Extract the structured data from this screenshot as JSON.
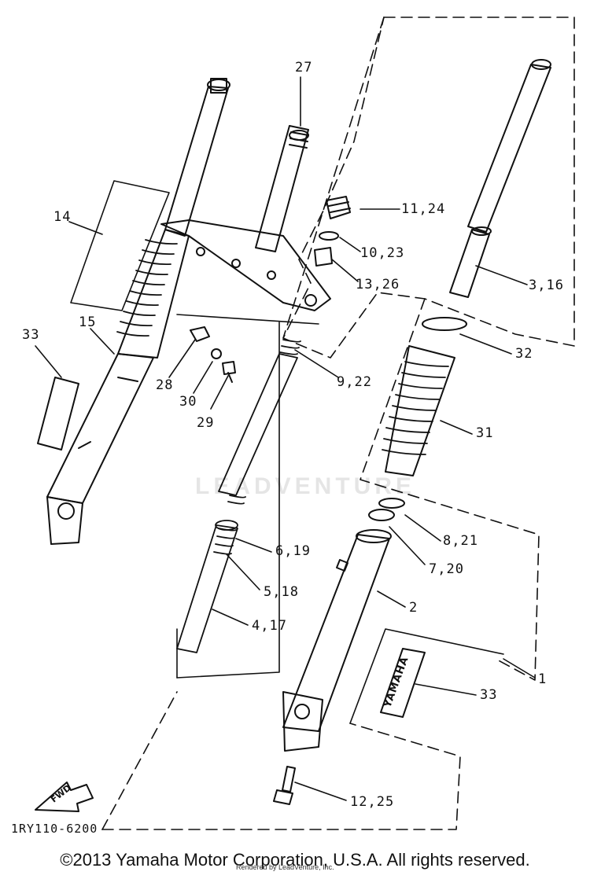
{
  "diagram": {
    "part_labels": [
      {
        "id": "p27",
        "text": "27"
      },
      {
        "id": "p11",
        "text": "11,24"
      },
      {
        "id": "p10",
        "text": "10,23"
      },
      {
        "id": "p13",
        "text": "13,26"
      },
      {
        "id": "p3",
        "text": "3,16"
      },
      {
        "id": "p14",
        "text": "14"
      },
      {
        "id": "p15",
        "text": "15"
      },
      {
        "id": "p33a",
        "text": "33"
      },
      {
        "id": "p28",
        "text": "28"
      },
      {
        "id": "p30",
        "text": "30"
      },
      {
        "id": "p29",
        "text": "29"
      },
      {
        "id": "p9",
        "text": "9,22"
      },
      {
        "id": "p32",
        "text": "32"
      },
      {
        "id": "p31",
        "text": "31"
      },
      {
        "id": "p8",
        "text": "8,21"
      },
      {
        "id": "p7",
        "text": "7,20"
      },
      {
        "id": "p6",
        "text": "6,19"
      },
      {
        "id": "p5",
        "text": "5,18"
      },
      {
        "id": "p4",
        "text": "4,17"
      },
      {
        "id": "p2",
        "text": "2"
      },
      {
        "id": "p1",
        "text": "1"
      },
      {
        "id": "p33b",
        "text": "33"
      },
      {
        "id": "p12",
        "text": "12,25"
      }
    ],
    "fwd_label": "FWD",
    "sticker_text": "YAMAHA",
    "diagram_code": "1RY110-6200"
  },
  "footer": {
    "copyright": "©2013 Yamaha Motor Corporation, U.S.A. All rights reserved.",
    "rendered_by": "Rendered by LeadVenture, Inc."
  },
  "watermark": "LEADVENTURE",
  "colors": {
    "ink": "#111111",
    "paper": "#ffffff"
  }
}
